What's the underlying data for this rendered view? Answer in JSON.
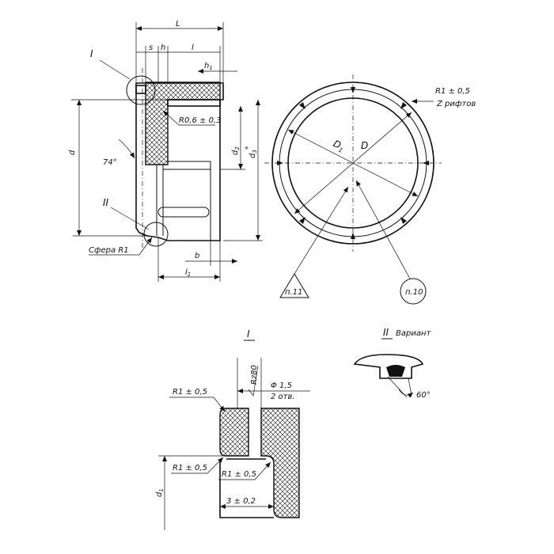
{
  "labels": {
    "L": "L",
    "s": "s",
    "h": "h",
    "l": "l",
    "h1": "h",
    "h1_sub": "1",
    "I": "I",
    "II": "II",
    "d": "d",
    "d2": "d",
    "d2_sub": "2",
    "d3": "d",
    "d3_sub": "3",
    "d3_star": "*",
    "angle_74": "74°",
    "r06": "R0,6 ± 0,3",
    "sphere": "Сфера R1",
    "b": "b",
    "l1": "l",
    "l1_sub": "1",
    "D1": "D",
    "D1_sub": "1",
    "D": "D",
    "r1_riff": "R1 ± 0,5",
    "z_riff": "Z рифтов",
    "p11": "п.11",
    "p10": "п.10",
    "detail_I": "I",
    "rz": "Rz80",
    "phi15": "Φ 1,5",
    "two_holes": "2 отв.",
    "r1_top": "R1 ± 0,5",
    "r1_left": "R1 ± 0,5",
    "r1_mid": "R1 ± 0,5",
    "three": "3 ± 0,2",
    "d1": "d",
    "d1_sub": "1",
    "variant_II": "II",
    "variant_word": "Вариант",
    "angle_60": "60°"
  }
}
